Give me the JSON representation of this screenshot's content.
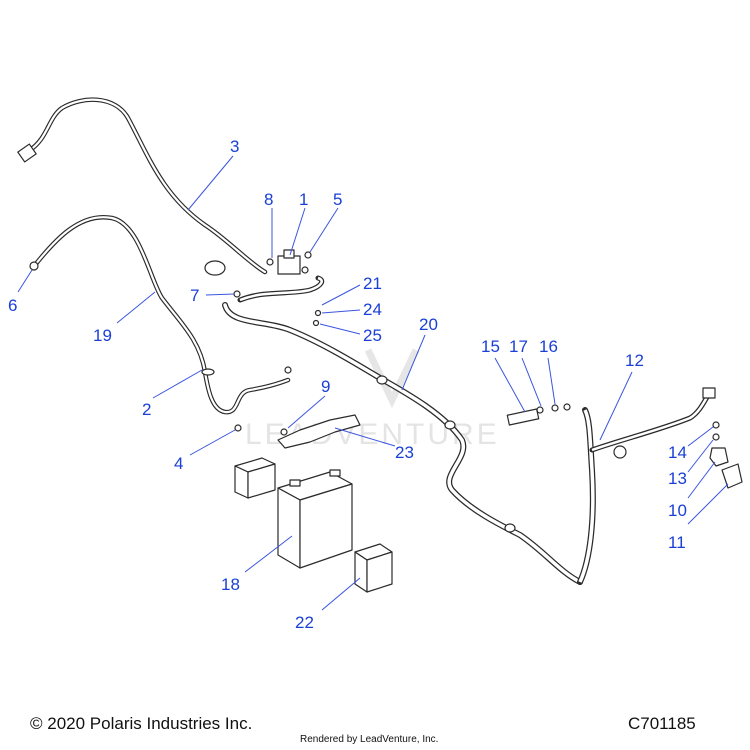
{
  "diagram": {
    "watermark": "LEADVENTURE",
    "callouts": [
      "3",
      "8",
      "1",
      "5",
      "6",
      "21",
      "7",
      "24",
      "19",
      "25",
      "20",
      "15",
      "17",
      "16",
      "12",
      "9",
      "2",
      "23",
      "14",
      "4",
      "13",
      "10",
      "18",
      "11",
      "22"
    ]
  },
  "footer": {
    "copyright": "© 2020 Polaris Industries Inc.",
    "rendered_by": "Rendered by LeadVenture, Inc.",
    "diagram_id": "C701185"
  }
}
